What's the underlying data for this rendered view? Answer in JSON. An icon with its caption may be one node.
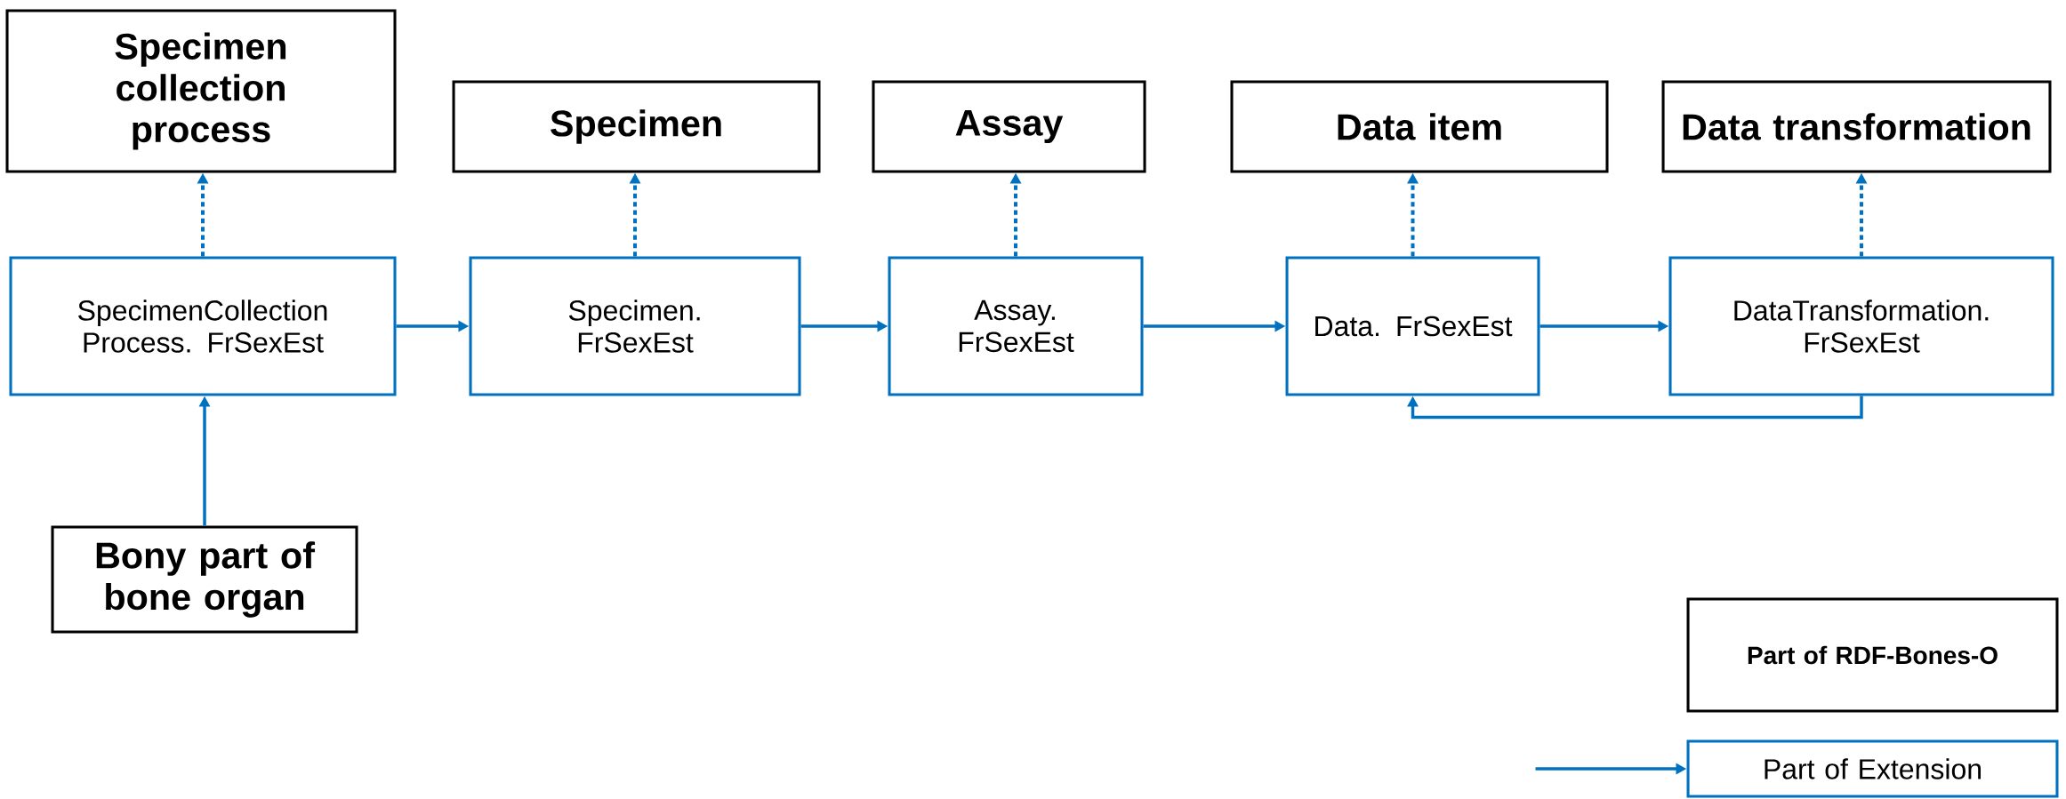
{
  "diagram": {
    "nodes": [
      {
        "text": [
          "Specimen collection process"
        ]
      },
      {
        "text": [
          "Specimen"
        ]
      },
      {
        "text": [
          "Assay"
        ]
      },
      {
        "text": [
          "Data item"
        ]
      },
      {
        "text": [
          "Data transformation"
        ]
      },
      {
        "text": [
          "SpecimenCollection Process. FrSexEst"
        ]
      },
      {
        "text": [
          "Specimen. FrSexEst"
        ]
      },
      {
        "text": [
          "Assay. FrSexEst"
        ]
      },
      {
        "text": [
          "Data. FrSexEst"
        ]
      },
      {
        "text": [
          "DataTransformation. FrSexEst"
        ]
      },
      {
        "text": [
          "Bony part of bone organ"
        ]
      },
      {
        "text": [
          "Part of RDF-Bones-O"
        ]
      },
      {
        "text": [
          "Part of Extension"
        ]
      }
    ],
    "edges": [
      {
        "from": 5,
        "to": 0,
        "arrow": "to",
        "style": "dashed"
      },
      {
        "from": 6,
        "to": 1,
        "arrow": "to",
        "style": "dashed"
      },
      {
        "from": 7,
        "to": 2,
        "arrow": "to",
        "style": "dashed"
      },
      {
        "from": 8,
        "to": 3,
        "arrow": "to",
        "style": "dashed"
      },
      {
        "from": 9,
        "to": 4,
        "arrow": "to",
        "style": "dashed"
      },
      {
        "from": 5,
        "to": 6,
        "arrow": "to"
      },
      {
        "from": 6,
        "to": 7,
        "arrow": "to"
      },
      {
        "from": 7,
        "to": 8,
        "arrow": "to"
      },
      {
        "from": 8,
        "to": 9,
        "arrow": "to"
      },
      {
        "from": 9,
        "to": 8,
        "arrow": "to"
      },
      {
        "from": 10,
        "to": 5,
        "arrow": "to"
      },
      {
        "from": null,
        "to": 12,
        "arrow": "to"
      }
    ]
  }
}
